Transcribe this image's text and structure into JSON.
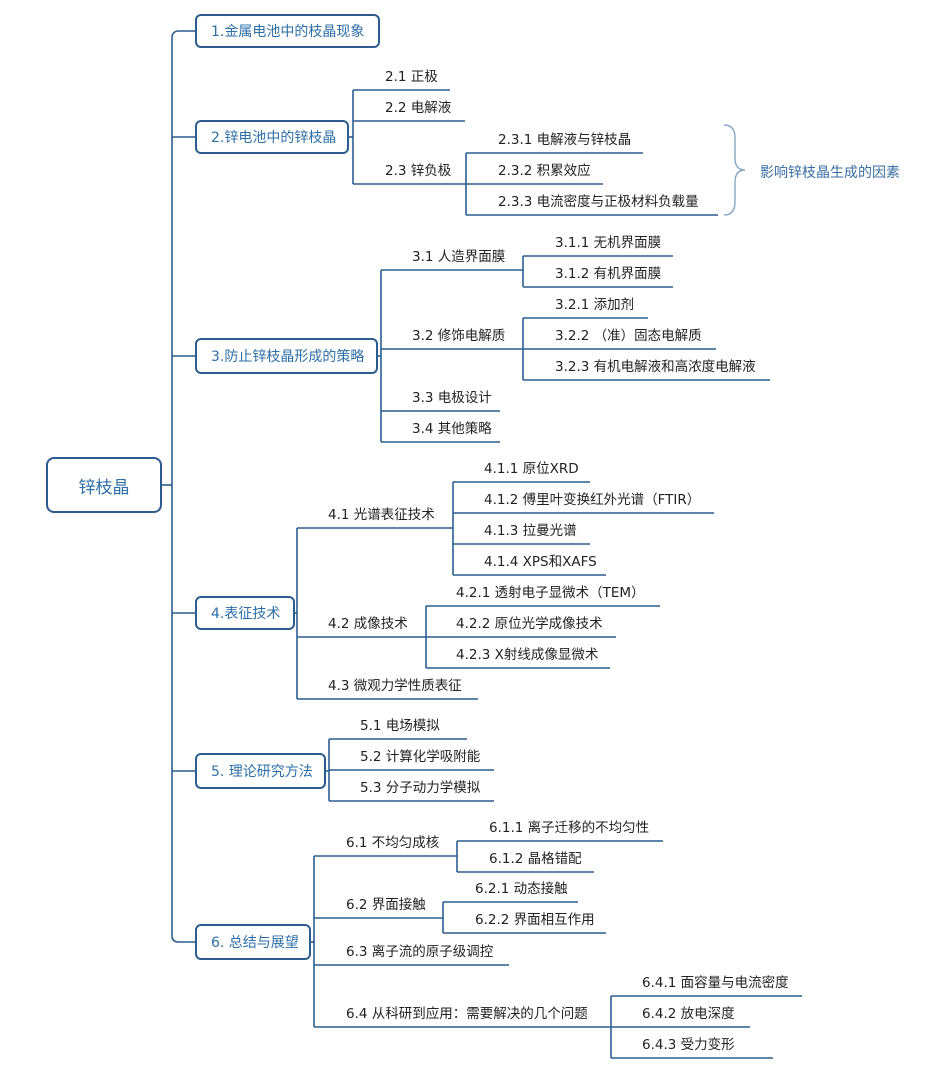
{
  "root": "锌枝晶",
  "sections": [
    {
      "label": "1.金属电池中的枝晶现象",
      "children": []
    },
    {
      "label": "2.锌电池中的锌枝晶",
      "children": [
        {
          "label": "2.1 正极"
        },
        {
          "label": "2.2 电解液"
        },
        {
          "label": "2.3 锌负极",
          "children": [
            {
              "label": "2.3.1 电解液与锌枝晶"
            },
            {
              "label": "2.3.2 积累效应"
            },
            {
              "label": "2.3.3 电流密度与正极材料负载量"
            }
          ]
        }
      ]
    },
    {
      "label": "3.防止锌枝晶形成的策略",
      "children": [
        {
          "label": "3.1 人造界面膜",
          "children": [
            {
              "label": "3.1.1 无机界面膜"
            },
            {
              "label": "3.1.2 有机界面膜"
            }
          ]
        },
        {
          "label": "3.2 修饰电解质",
          "children": [
            {
              "label": "3.2.1 添加剂"
            },
            {
              "label": "3.2.2 （准）固态电解质"
            },
            {
              "label": "3.2.3 有机电解液和高浓度电解液"
            }
          ]
        },
        {
          "label": "3.3 电极设计"
        },
        {
          "label": "3.4 其他策略"
        }
      ]
    },
    {
      "label": "4.表征技术",
      "children": [
        {
          "label": "4.1 光谱表征技术",
          "children": [
            {
              "label": "4.1.1 原位XRD"
            },
            {
              "label": "4.1.2 傅里叶变换红外光谱（FTIR）"
            },
            {
              "label": "4.1.3 拉曼光谱"
            },
            {
              "label": "4.1.4 XPS和XAFS"
            }
          ]
        },
        {
          "label": "4.2 成像技术",
          "children": [
            {
              "label": "4.2.1 透射电子显微术（TEM）"
            },
            {
              "label": "4.2.2 原位光学成像技术"
            },
            {
              "label": "4.2.3 X射线成像显微术"
            }
          ]
        },
        {
          "label": "4.3 微观力学性质表征"
        }
      ]
    },
    {
      "label": "5. 理论研究方法",
      "children": [
        {
          "label": "5.1 电场模拟"
        },
        {
          "label": "5.2 计算化学吸附能"
        },
        {
          "label": "5.3 分子动力学模拟"
        }
      ]
    },
    {
      "label": "6. 总结与展望",
      "children": [
        {
          "label": "6.1 不均匀成核",
          "children": [
            {
              "label": "6.1.1 离子迁移的不均匀性"
            },
            {
              "label": "6.1.2 晶格错配"
            }
          ]
        },
        {
          "label": "6.2 界面接触",
          "children": [
            {
              "label": "6.2.1 动态接触"
            },
            {
              "label": "6.2.2 界面相互作用"
            }
          ]
        },
        {
          "label": "6.3 离子流的原子级调控"
        },
        {
          "label": "6.4 从科研到应用：需要解决的几个问题",
          "children": [
            {
              "label": "6.4.1 面容量与电流密度"
            },
            {
              "label": "6.4.2 放电深度"
            },
            {
              "label": "6.4.3 受力变形"
            }
          ]
        }
      ]
    }
  ],
  "brace_note": "影响锌枝晶生成的因素",
  "colors": {
    "line": "#2b5d8f",
    "box_text": "#2e6fa8",
    "leaf_text": "#222222",
    "note_text": "#3a6ea3",
    "brace": "#8aa6c4"
  }
}
